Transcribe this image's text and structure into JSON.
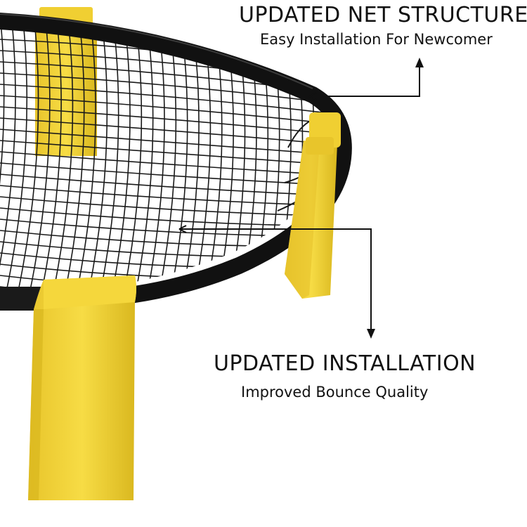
{
  "callouts": {
    "net_structure": {
      "title": "UPDATED NET STRUCTURE",
      "subtitle": "Easy Installation For Newcomer"
    },
    "installation": {
      "title": "UPDATED INSTALLATION",
      "subtitle": "Improved Bounce Quality"
    }
  },
  "colors": {
    "background": "#ffffff",
    "frame": "#111111",
    "net": "#1a1a1a",
    "leg_yellow": "#f3d23a",
    "leg_shade": "#d9b71e",
    "arrow": "#111111",
    "text": "#111111"
  },
  "icons": [
    "arrow-up-icon",
    "arrow-down-icon"
  ]
}
